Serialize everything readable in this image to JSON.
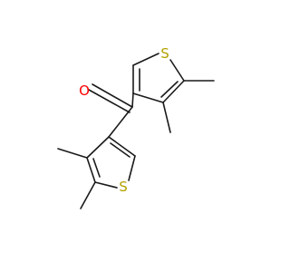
{
  "molecule": {
    "atoms": {
      "oxygen": "O",
      "sulfur_top": "S",
      "sulfur_bottom": "S"
    },
    "colors": {
      "oxygen": "#ff0000",
      "sulfur": "#b2a100",
      "bond": "#1a1a1a",
      "background": "#ffffff"
    }
  }
}
